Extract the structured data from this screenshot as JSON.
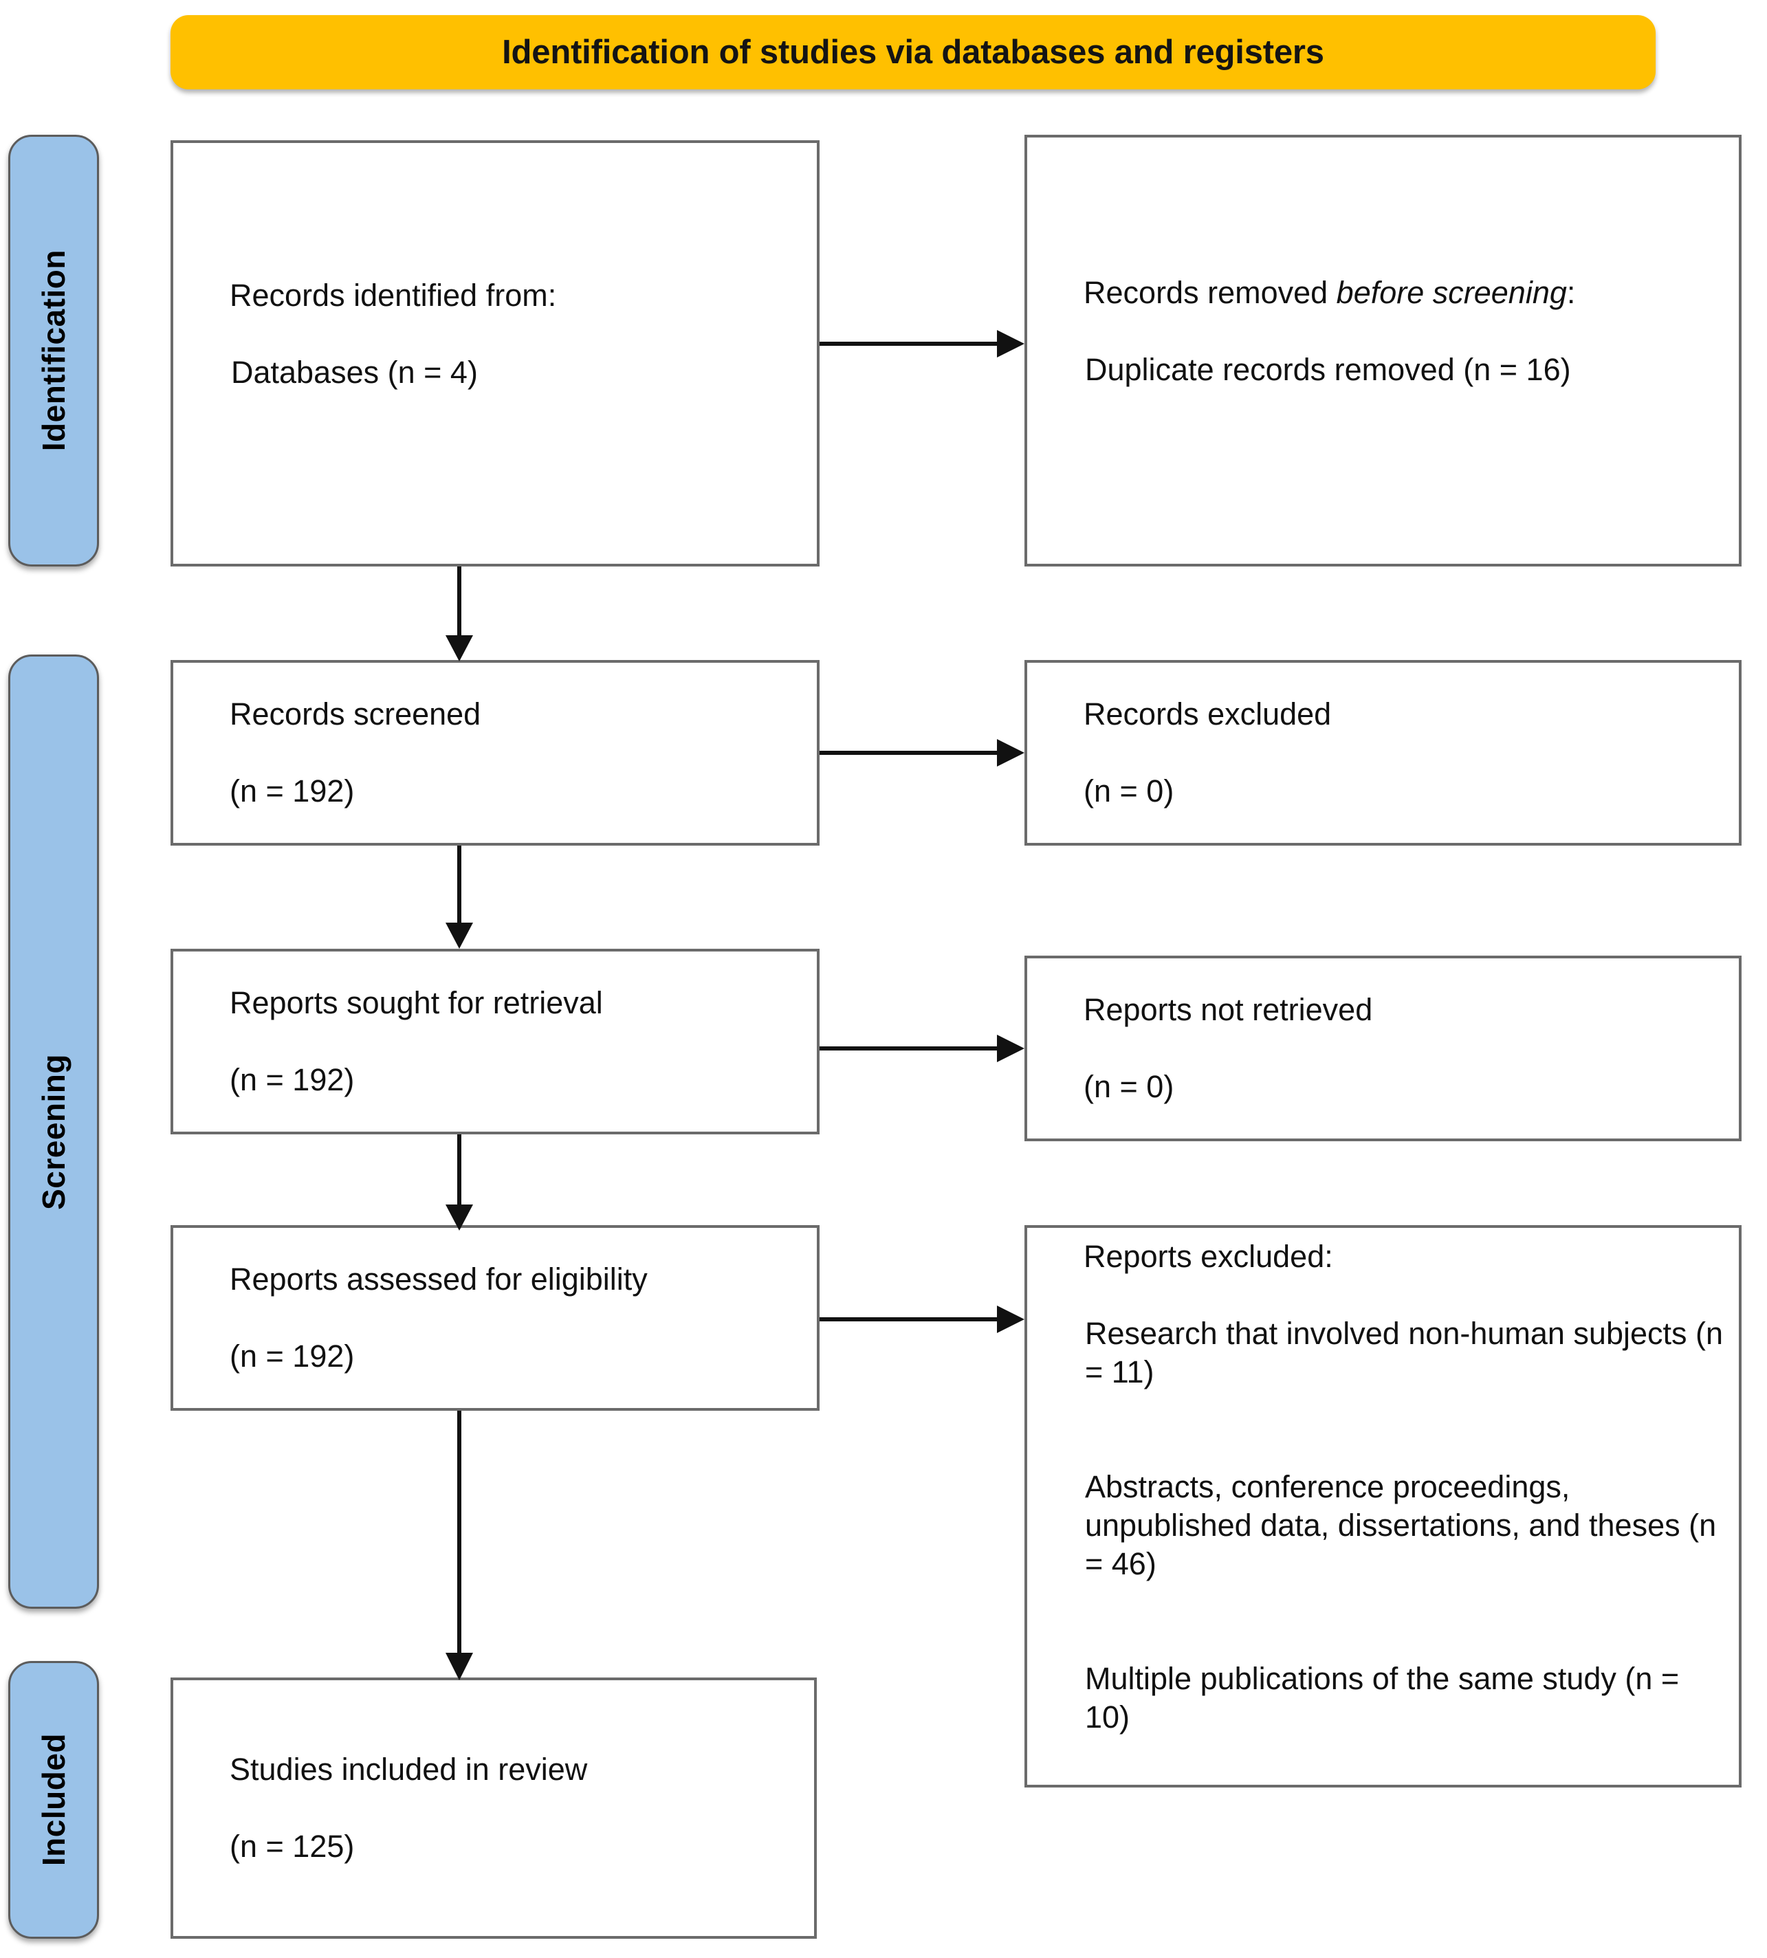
{
  "title": {
    "text": "Identification of studies via databases and registers",
    "background_color": "#FFC000"
  },
  "stages": {
    "identification": "Identification",
    "screening": "Screening",
    "included": "Included",
    "background_color": "#9AC2E8"
  },
  "boxes": {
    "identified": {
      "line1": "Records identified from:",
      "line2": "Databases (n = 4)"
    },
    "removed": {
      "line1_prefix": "Records removed ",
      "line1_italic": "before screening",
      "line1_suffix": ":",
      "line2": "Duplicate records removed (n = 16)"
    },
    "screened": {
      "line1": "Records screened",
      "line2": "(n = 192)"
    },
    "records_excluded": {
      "line1": "Records excluded",
      "line2": "(n = 0)"
    },
    "sought": {
      "line1": "Reports sought for retrieval",
      "line2": "(n = 192)"
    },
    "not_retrieved": {
      "line1": "Reports not retrieved",
      "line2": "(n = 0)"
    },
    "assessed": {
      "line1": "Reports assessed for eligibility",
      "line2": "(n = 192)"
    },
    "reports_excluded": {
      "heading": "Reports excluded:",
      "item1": "Research that involved non-human subjects (n = 11)",
      "item2": "Abstracts, conference proceedings, unpublished data, dissertations, and theses (n = 46)",
      "item3": "Multiple publications of the same study (n = 10)"
    },
    "included": {
      "line1": "Studies included in review",
      "line2": "(n = 125)"
    }
  },
  "flow_data": {
    "type": "prisma-flow-diagram",
    "records_identified_databases": 4,
    "duplicate_records_removed": 16,
    "records_screened": 192,
    "records_excluded": 0,
    "reports_sought_for_retrieval": 192,
    "reports_not_retrieved": 0,
    "reports_assessed_for_eligibility": 192,
    "reports_excluded_non_human": 11,
    "reports_excluded_abstracts_etc": 46,
    "reports_excluded_multiple_publications": 10,
    "studies_included_in_review": 125
  }
}
